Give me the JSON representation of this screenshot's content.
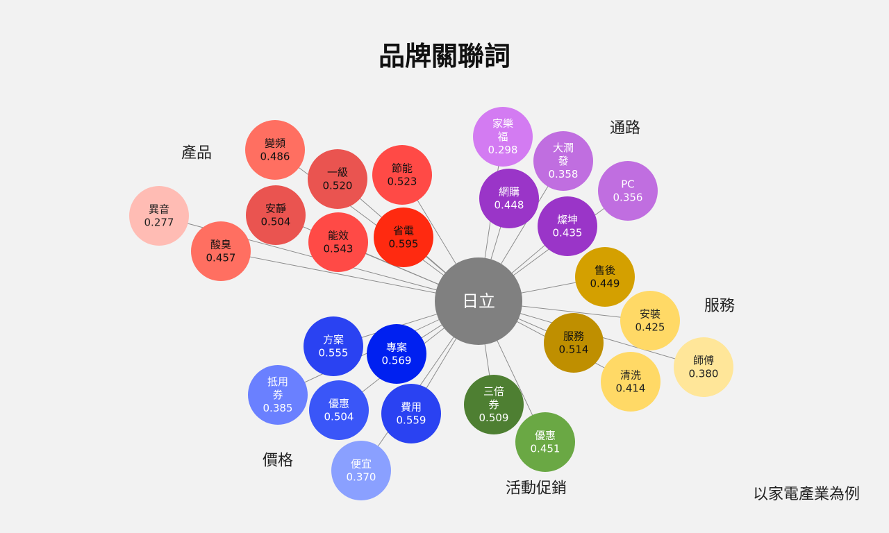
{
  "title": "品牌關聯詞",
  "note": "以家電產業為例",
  "center": {
    "label": "日立",
    "color": "#808080"
  },
  "groups": [
    {
      "name": "產品",
      "color": "#f05a4a"
    },
    {
      "name": "通路",
      "color": "#b05ad6"
    },
    {
      "name": "服務",
      "color": "#d4a41a"
    },
    {
      "name": "價格",
      "color": "#2040ff"
    },
    {
      "name": "活動促銷",
      "color": "#5a9a3a"
    }
  ],
  "nodes": [
    {
      "group": "產品",
      "lines": [
        "變頻"
      ],
      "value": "0.486",
      "color": "#ff6f61"
    },
    {
      "group": "產品",
      "lines": [
        "一級"
      ],
      "value": "0.520",
      "color": "#ea5450"
    },
    {
      "group": "產品",
      "lines": [
        "節能"
      ],
      "value": "0.523",
      "color": "#ff4a46"
    },
    {
      "group": "產品",
      "lines": [
        "異音"
      ],
      "value": "0.277",
      "color": "#ffbcb4"
    },
    {
      "group": "產品",
      "lines": [
        "安靜"
      ],
      "value": "0.504",
      "color": "#ea5450"
    },
    {
      "group": "產品",
      "lines": [
        "能效"
      ],
      "value": "0.543",
      "color": "#ff4a46"
    },
    {
      "group": "產品",
      "lines": [
        "省電"
      ],
      "value": "0.595",
      "color": "#ff2a10"
    },
    {
      "group": "產品",
      "lines": [
        "酸臭"
      ],
      "value": "0.457",
      "color": "#ff6f61"
    },
    {
      "group": "通路",
      "lines": [
        "家樂",
        "福"
      ],
      "value": "0.298",
      "color": "#d37bf2"
    },
    {
      "group": "通路",
      "lines": [
        "大潤",
        "發"
      ],
      "value": "0.358",
      "color": "#c06ee0"
    },
    {
      "group": "通路",
      "lines": [
        "網購"
      ],
      "value": "0.448",
      "color": "#9a35c8"
    },
    {
      "group": "通路",
      "lines": [
        "PC"
      ],
      "value": "0.356",
      "color": "#c06ee0"
    },
    {
      "group": "通路",
      "lines": [
        "燦坤"
      ],
      "value": "0.435",
      "color": "#9a35c8"
    },
    {
      "group": "服務",
      "lines": [
        "售後"
      ],
      "value": "0.449",
      "color": "#d4a000"
    },
    {
      "group": "服務",
      "lines": [
        "安裝"
      ],
      "value": "0.425",
      "color": "#ffd966"
    },
    {
      "group": "服務",
      "lines": [
        "服務"
      ],
      "value": "0.514",
      "color": "#bf8f00"
    },
    {
      "group": "服務",
      "lines": [
        "師傅"
      ],
      "value": "0.380",
      "color": "#ffe699"
    },
    {
      "group": "服務",
      "lines": [
        "清洗"
      ],
      "value": "0.414",
      "color": "#ffd966"
    },
    {
      "group": "價格",
      "lines": [
        "方案"
      ],
      "value": "0.555",
      "color": "#2a42f2"
    },
    {
      "group": "價格",
      "lines": [
        "專案"
      ],
      "value": "0.569",
      "color": "#0020f0"
    },
    {
      "group": "價格",
      "lines": [
        "抵用",
        "券"
      ],
      "value": "0.385",
      "color": "#6a80ff"
    },
    {
      "group": "價格",
      "lines": [
        "優惠"
      ],
      "value": "0.504",
      "color": "#3a56f8"
    },
    {
      "group": "價格",
      "lines": [
        "費用"
      ],
      "value": "0.559",
      "color": "#2a42f2"
    },
    {
      "group": "價格",
      "lines": [
        "便宜"
      ],
      "value": "0.370",
      "color": "#8aa0ff"
    },
    {
      "group": "活動促銷",
      "lines": [
        "三倍",
        "券"
      ],
      "value": "0.509",
      "color": "#4e7f32"
    },
    {
      "group": "活動促銷",
      "lines": [
        "優惠"
      ],
      "value": "0.451",
      "color": "#6aa844"
    }
  ]
}
